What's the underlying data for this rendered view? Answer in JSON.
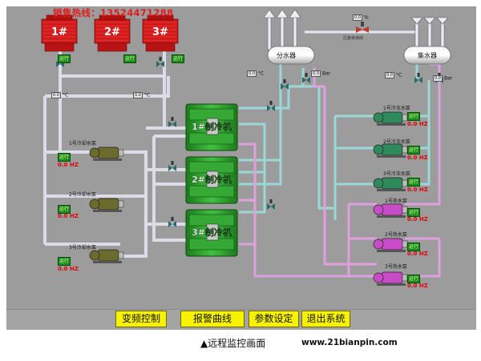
{
  "hotline": "销售热线：13524471288",
  "towers": [
    "1#",
    "2#",
    "3#"
  ],
  "tower_status": "运行",
  "tanks": {
    "supply": "分水器",
    "return": "集水器"
  },
  "chillers": [
    "1#制冷机",
    "2#制冷机",
    "3#制冷机"
  ],
  "cooling_pumps": [
    {
      "name": "1号冷却水泵",
      "freq": "0.0 HZ",
      "status": "运行"
    },
    {
      "name": "2号冷却水泵",
      "freq": "0.0 HZ",
      "status": "运行"
    },
    {
      "name": "3号冷却水泵",
      "freq": "0.0 HZ",
      "status": "运行"
    }
  ],
  "chilled_pumps": [
    {
      "name": "1号冷冻水泵",
      "freq": "0.0 HZ",
      "status": "运行"
    },
    {
      "name": "2号冷冻水泵",
      "freq": "0.0 HZ",
      "status": "运行"
    },
    {
      "name": "3号冷冻水泵",
      "freq": "0.0 HZ",
      "status": "运行"
    }
  ],
  "hot_pumps": [
    {
      "name": "1号热水泵",
      "freq": "0.0 HZ",
      "status": "运行"
    },
    {
      "name": "2号热水泵",
      "freq": "0.0 HZ",
      "status": "运行"
    },
    {
      "name": "3号热水泵",
      "freq": "0.0 HZ",
      "status": "运行"
    }
  ],
  "readings": {
    "cw_left_temp": {
      "value": "0.0",
      "unit": "°C"
    },
    "cw_right_temp": {
      "value": "0.0",
      "unit": "°C"
    },
    "supply_temp": {
      "value": "0.0",
      "unit": "°C"
    },
    "supply_pressure": {
      "value": "0.0",
      "unit": "Bar"
    },
    "return_temp": {
      "value": "0.0",
      "unit": "°C"
    },
    "return_pressure": {
      "value": "0.0",
      "unit": "Bar"
    },
    "bypass_pct": {
      "value": "0.0",
      "unit": "%"
    },
    "bypass_label": "压差旁通阀"
  },
  "buttons": [
    "变频控制",
    "报警曲线",
    "参数设定",
    "退出系统"
  ],
  "caption": "▲远程监控画面",
  "site": "www.21bianpin.com",
  "colors": {
    "background": "#9c9c9c",
    "cooling_pipe": "#d8d8e8",
    "chilled_pipe": "#9ad8d8",
    "hot_pipe": "#e8a0e8",
    "tower": "#d21a1a",
    "chiller": "#2e9a2e",
    "button": "#f6f200",
    "status_run": "#1a8c1a",
    "freq_text": "#e00000"
  },
  "icons": {
    "pump": "pump-icon",
    "valve": "valve-icon",
    "tower": "cooling-tower-icon",
    "chiller": "chiller-unit-icon",
    "tank": "water-header-tank-icon",
    "arrow": "flow-arrow-up-icon"
  }
}
